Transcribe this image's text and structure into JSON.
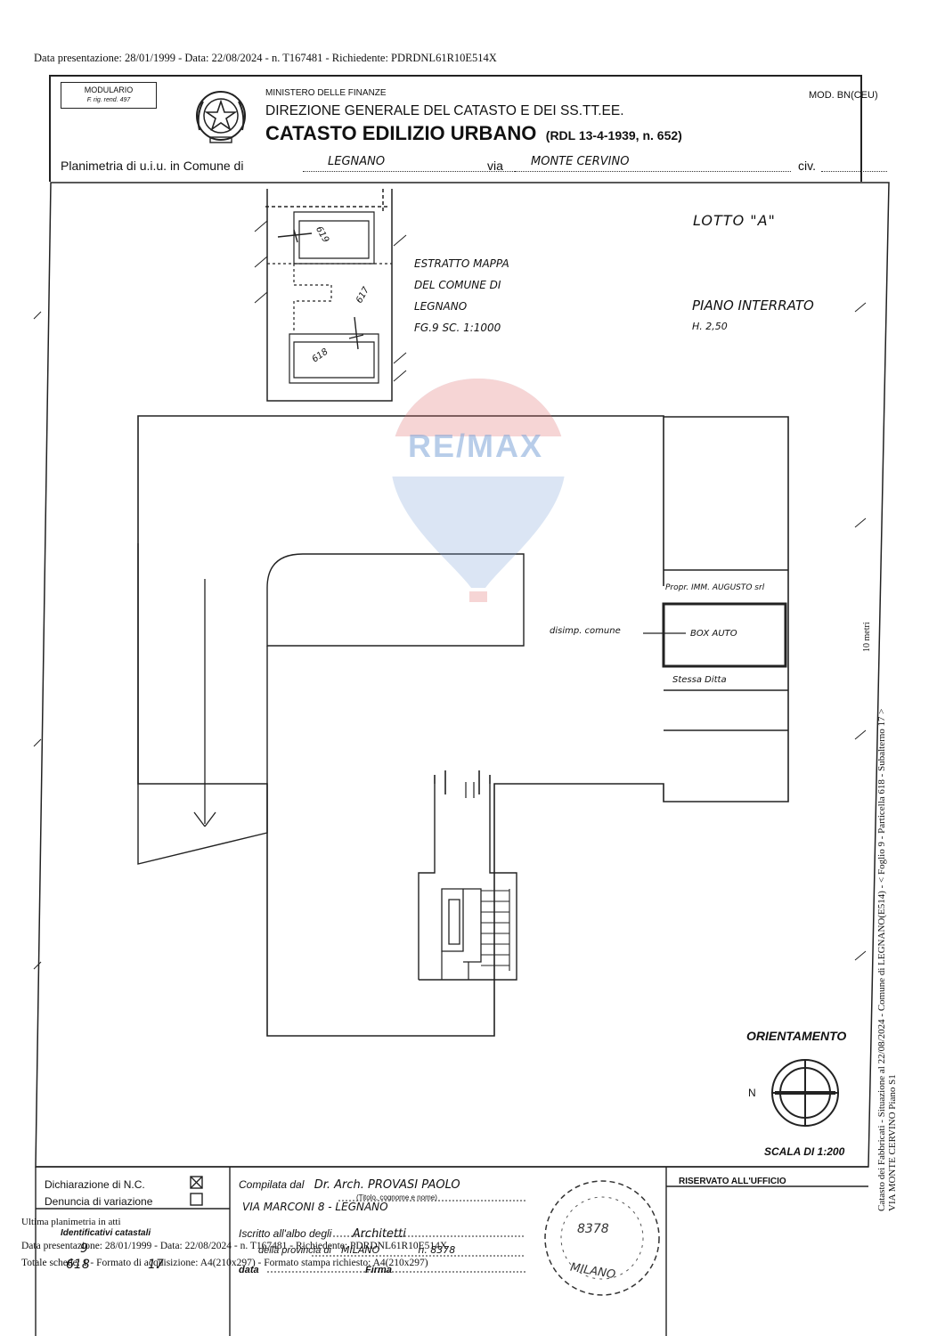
{
  "top_meta": "Data presentazione: 28/01/1999 - Data: 22/08/2024 - n. T167481 - Richiedente: PDRDNL61R10E514X",
  "header": {
    "modulario_title": "MODULARIO",
    "modulario_sub": "F. rig. rend. 497",
    "ministry": "MINISTERO DELLE FINANZE",
    "direction": "DIREZIONE GENERALE DEL CATASTO E DEI SS.TT.EE.",
    "catasto_title": "CATASTO EDILIZIO URBANO",
    "law_ref": "(RDL 13-4-1939, n. 652)",
    "mod_code_a": "MOD. BN",
    "mod_code_b": "(CEU)"
  },
  "planimetria": {
    "prefix": "Planimetria di u.i.u. in Comune di",
    "comune": "LEGNANO",
    "via_label": "via",
    "via": "MONTE CERVINO",
    "civ_label": "civ."
  },
  "map_extract": {
    "lines": [
      "ESTRATTO MAPPA",
      "DEL COMUNE DI",
      "LEGNANO",
      "FG.9 SC. 1:1000"
    ],
    "parcels": [
      "619",
      "617",
      "618"
    ]
  },
  "lotto": "LOTTO \"A\"",
  "piano": "PIANO INTERRATO",
  "height": "H. 2,50",
  "watermark": "RE/MAX",
  "plan_labels": {
    "propr": "Propr. IMM. AUGUSTO srl",
    "disimp": "disimp. comune",
    "box_auto": "BOX AUTO",
    "stessa_ditta": "Stessa Ditta"
  },
  "orientamento": "ORIENTAMENTO",
  "north": "N",
  "scala": "SCALA DI 1:200",
  "side_text": "Catasto dei Fabbricati - Situazione al 22/08/2024 - Comune di LEGNANO(E514) - < Foglio 9 - Particella 618 - Subalterno 17 >",
  "side_text2": "VIA MONTE CERVINO Piano S1",
  "side_meters": "10 metri",
  "footer": {
    "dich_nc": "Dichiarazione di N.C.",
    "denuncia": "Denuncia di variazione",
    "compilata": "Compilata dal",
    "compiler": "Dr. Arch. PROVASI PAOLO",
    "titolo_hint": "(Titolo, cognome e nome)",
    "address": "VIA MARCONI 8 - LEGNANO",
    "iscritto": "Iscritto all'albo degli",
    "albo": "Architetti",
    "provincia": "della provincia di",
    "provincia_val": "MILANO",
    "num": "n. 8378",
    "data": "data",
    "firma": "Firma",
    "riservato": "RISERVATO ALL'UFFICIO",
    "ultima": "Ultima planimetria in atti",
    "identificativi": "Identificativi catastali",
    "fg": "9",
    "particella": "618",
    "sub": "17",
    "overlay1": "Data presentazione: 28/01/1999 - Data: 22/08/2024 - n. T167481 - Richiedente: PDRDNL61R10E514X",
    "overlay2": "Totale schede: 1 - Formato di acquisizione: A4(210x297) - Formato stampa richiesto: A4(210x297)",
    "stamp": "MILANO",
    "stamp_num": "8378"
  }
}
